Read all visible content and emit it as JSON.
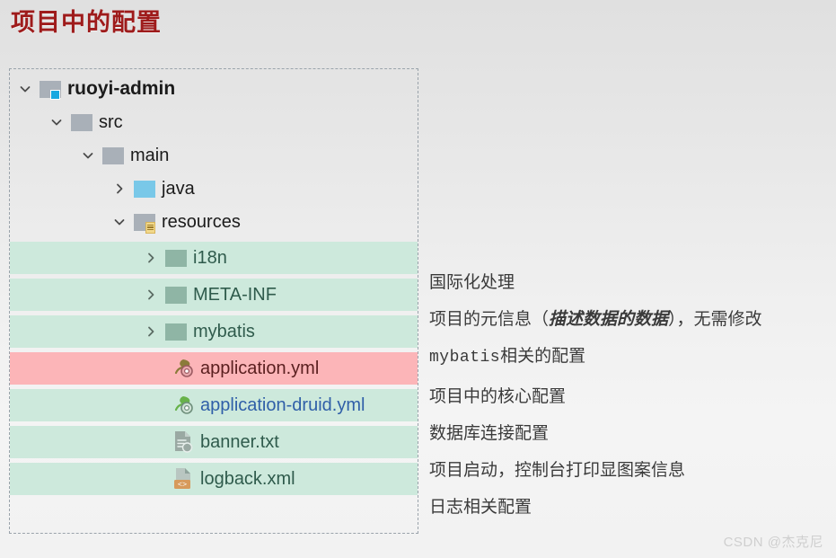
{
  "page": {
    "title": "项目中的配置",
    "title_color": "#9e1b1b",
    "watermark": "CSDN @杰克尼"
  },
  "colors": {
    "highlight_green": "#cde9dc",
    "highlight_pink": "#fcb5b8",
    "folder_gray": "#a9b0b8",
    "folder_blue": "#79c8e8",
    "folder_green": "#8fb5a5",
    "module_badge_blue": "#19a8e0",
    "resources_badge_yellow": "#f2d98b",
    "xml_badge_orange": "#d79a5b"
  },
  "tree": {
    "nodes": [
      {
        "label": "ruoyi-admin",
        "icon": "folder-module-icon",
        "twisty": "chevron-down-icon",
        "depth": 0,
        "highlight": "none"
      },
      {
        "label": "src",
        "icon": "folder-icon",
        "twisty": "chevron-down-icon",
        "depth": 1,
        "highlight": "none"
      },
      {
        "label": "main",
        "icon": "folder-icon",
        "twisty": "chevron-down-icon",
        "depth": 2,
        "highlight": "none"
      },
      {
        "label": "java",
        "icon": "folder-source-icon",
        "twisty": "chevron-right-icon",
        "depth": 3,
        "highlight": "none"
      },
      {
        "label": "resources",
        "icon": "folder-resources-icon",
        "twisty": "chevron-down-icon",
        "depth": 3,
        "highlight": "none"
      },
      {
        "label": "i18n",
        "icon": "folder-icon",
        "twisty": "chevron-right-icon",
        "depth": 4,
        "highlight": "green"
      },
      {
        "label": "META-INF",
        "icon": "folder-icon",
        "twisty": "chevron-right-icon",
        "depth": 4,
        "highlight": "green"
      },
      {
        "label": "mybatis",
        "icon": "folder-icon",
        "twisty": "chevron-right-icon",
        "depth": 4,
        "highlight": "green"
      },
      {
        "label": "application.yml",
        "icon": "spring-yaml-icon",
        "twisty": "none",
        "depth": 5,
        "highlight": "pink"
      },
      {
        "label": "application-druid.yml",
        "icon": "spring-yaml-icon",
        "twisty": "none",
        "depth": 5,
        "highlight": "green"
      },
      {
        "label": "banner.txt",
        "icon": "text-file-icon",
        "twisty": "none",
        "depth": 5,
        "highlight": "green"
      },
      {
        "label": "logback.xml",
        "icon": "xml-file-icon",
        "twisty": "none",
        "depth": 5,
        "highlight": "green"
      }
    ]
  },
  "annotations": [
    {
      "for": "i18n",
      "text": "国际化处理"
    },
    {
      "for": "META-INF",
      "pre": "项目的元信息（",
      "em": "描述数据的数据",
      "post": "），无需修改"
    },
    {
      "for": "mybatis",
      "mono": "mybatis",
      "text": "相关的配置"
    },
    {
      "for": "application.yml",
      "text": "项目中的核心配置"
    },
    {
      "for": "application-druid.yml",
      "text": "数据库连接配置"
    },
    {
      "for": "banner.txt",
      "text": "项目启动，控制台打印显图案信息"
    },
    {
      "for": "logback.xml",
      "text": "日志相关配置"
    }
  ]
}
